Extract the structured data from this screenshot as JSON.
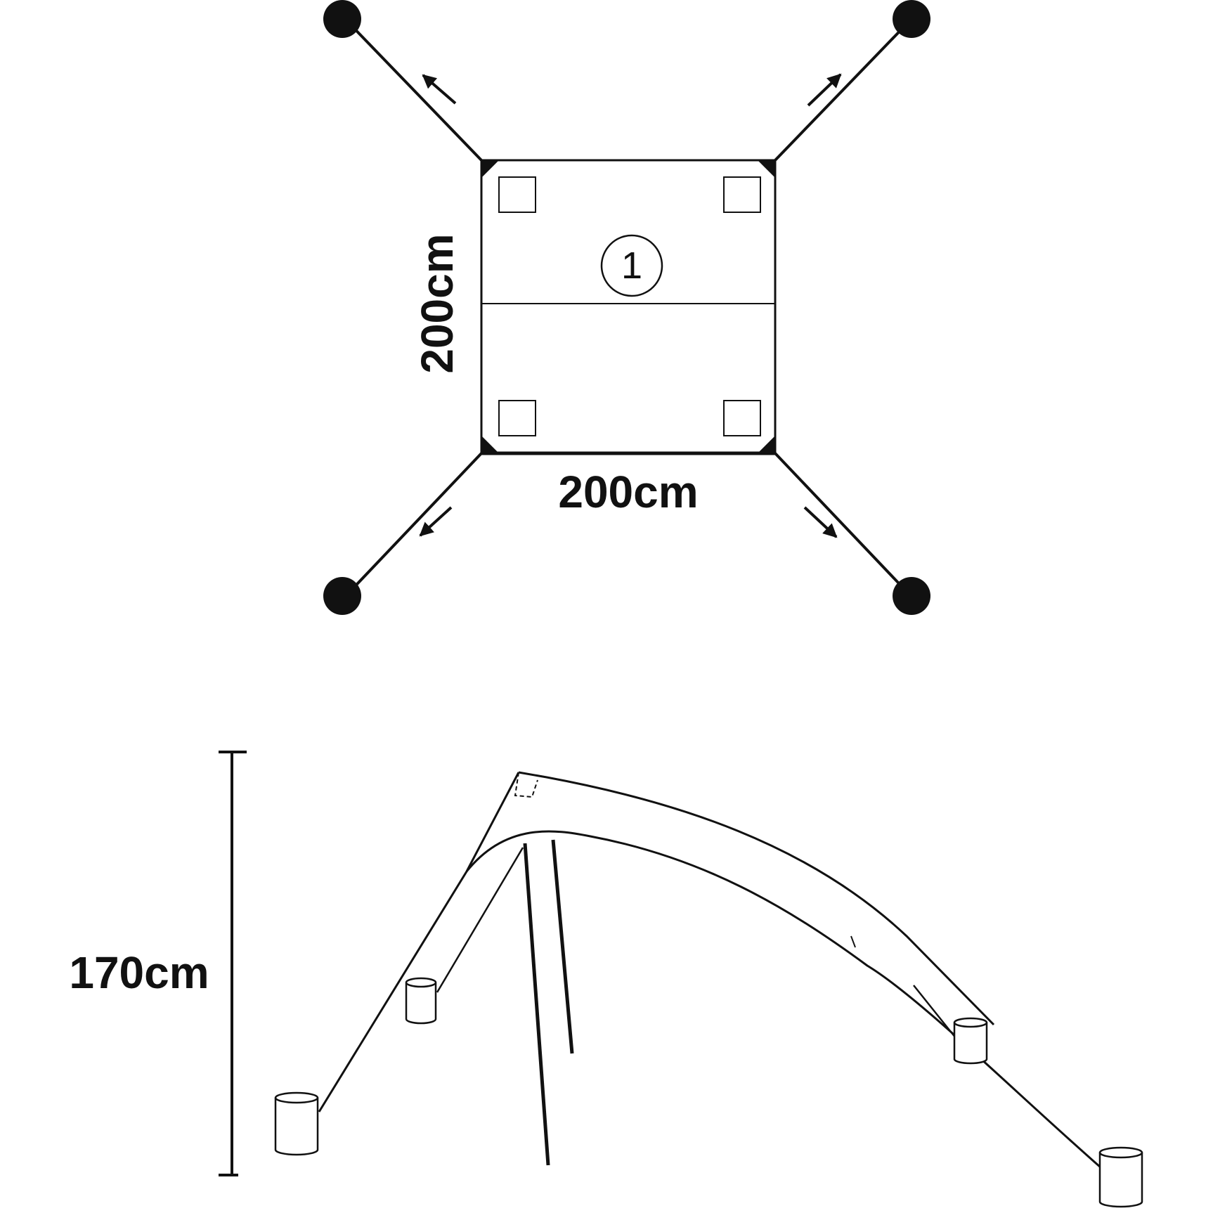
{
  "top_view": {
    "width_label": "200cm",
    "depth_label": "200cm",
    "panel_marker": "1"
  },
  "side_view": {
    "height_label": "170cm"
  },
  "colors": {
    "line": "#111111",
    "fill": "#ffffff"
  }
}
